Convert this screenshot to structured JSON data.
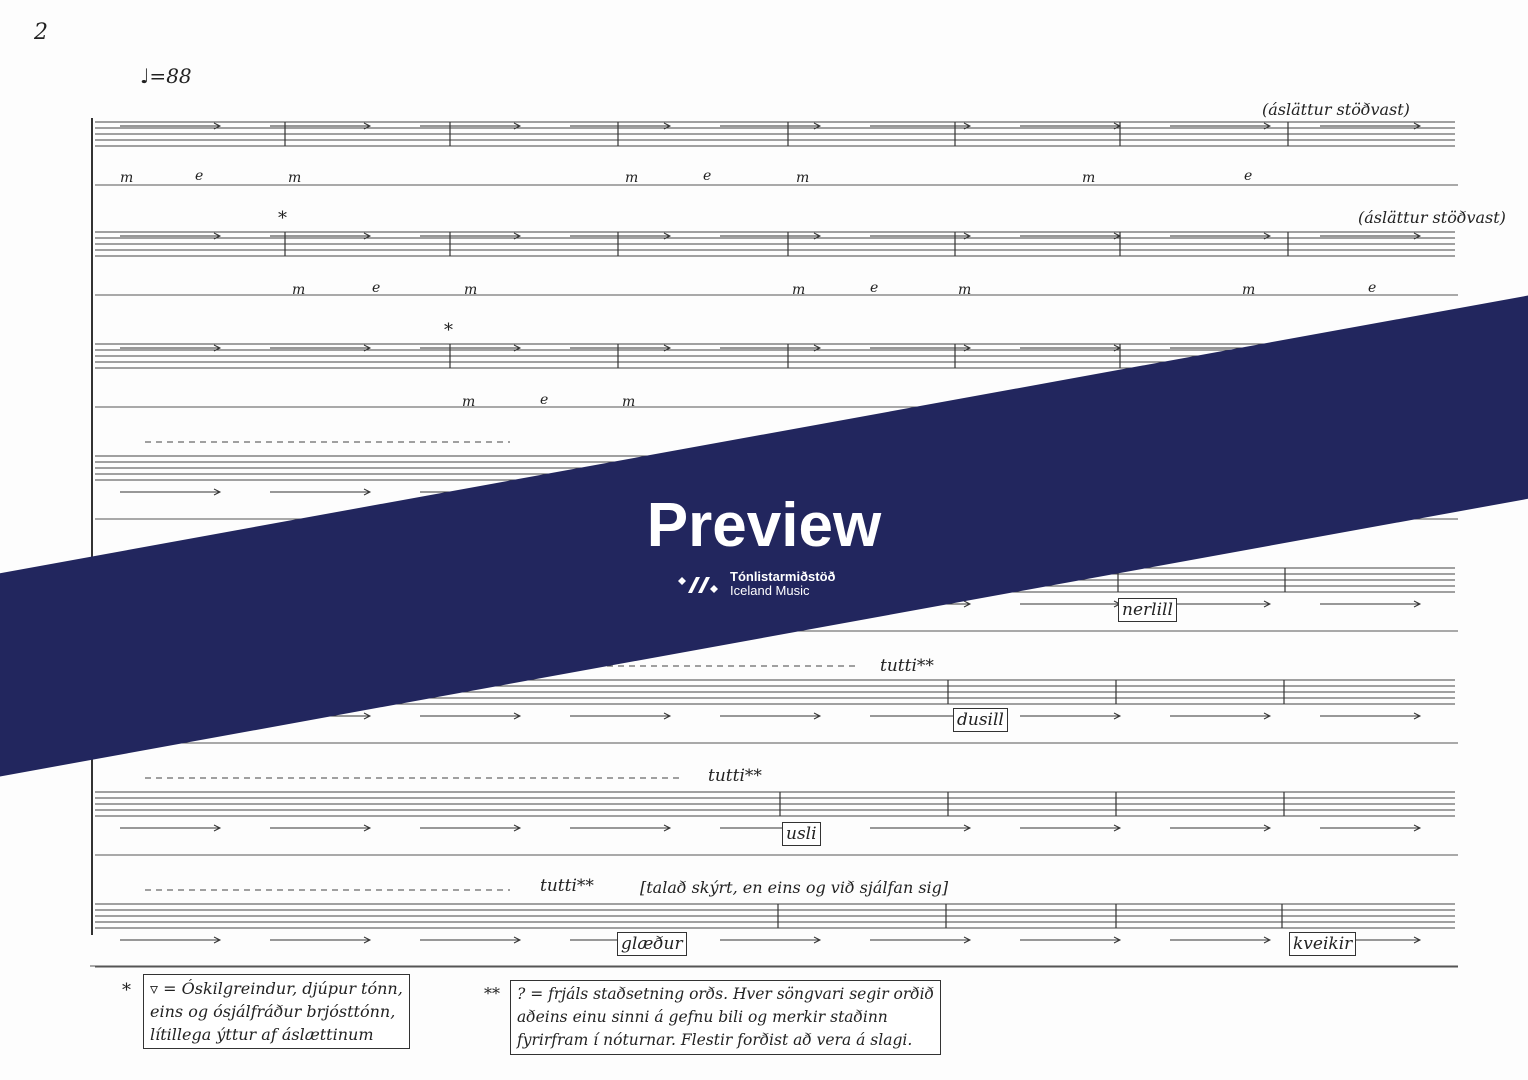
{
  "page_number": "2",
  "tempo": "♩=88",
  "annotations": {
    "aslattur_1": "(áslättur stöðvast)",
    "aslattur_2": "(áslättur stöðvast)",
    "spoken_direction": "[talað skýrt, en eins og við sjálfan sig]",
    "tutti": "tutti**",
    "asterisk": "*"
  },
  "syllables": {
    "m": "m",
    "e": "e"
  },
  "words": [
    "nerlill",
    "dusill",
    "usli",
    "glæður",
    "kveikir"
  ],
  "footnotes": {
    "note1_marker": "*",
    "note1_lines": [
      "▿ = Óskilgreindur, djúpur tónn,",
      "eins og ósjálfráður brjósttónn,",
      "lítillega ýttur af áslættinum"
    ],
    "note2_marker": "**",
    "note2_lines": [
      "? = frjáls staðsetning orðs. Hver söngvari segir orðið",
      "aðeins einu sinni á gefnu bili og merkir staðinn",
      "fyrirfram í nóturnar. Flestir forðist að vera á slagi."
    ]
  },
  "banner": {
    "title": "Preview",
    "logo_line1": "Tónlistarmiðstöð",
    "logo_line2": "Iceland Music",
    "color": "#22265e"
  }
}
